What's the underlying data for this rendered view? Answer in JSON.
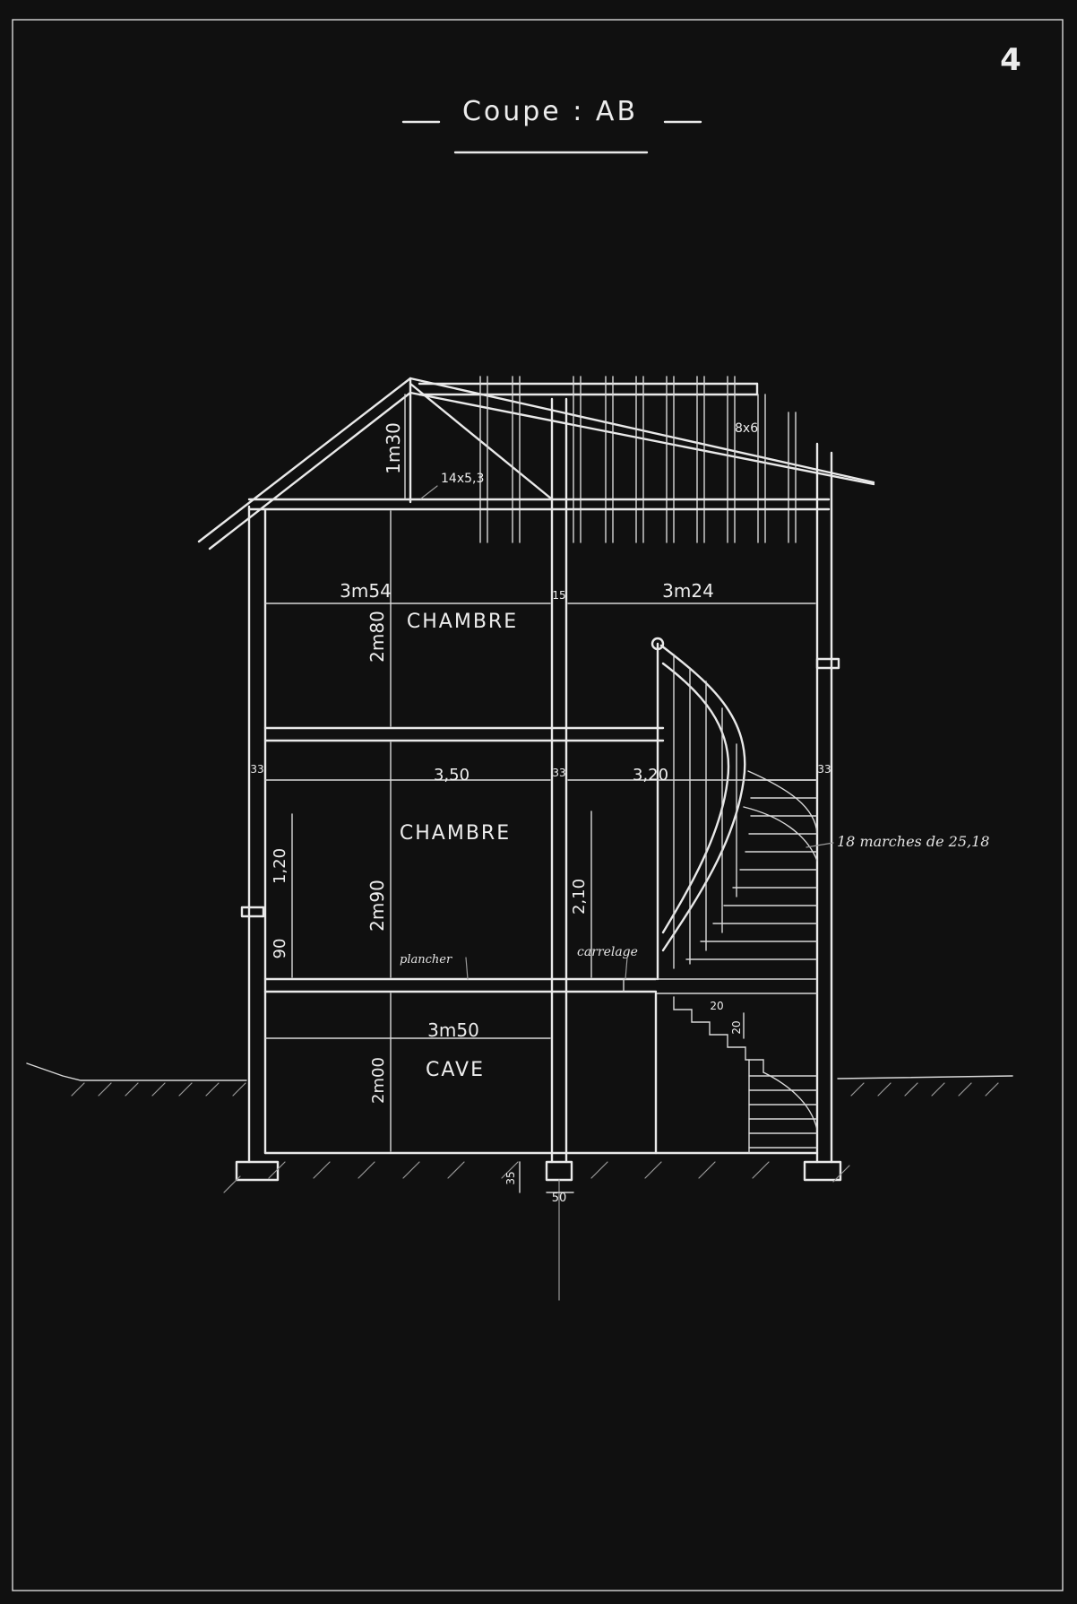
{
  "sheet": {
    "number": "4",
    "title": "Coupe : AB"
  },
  "rooms": {
    "upper": "CHAMBRE",
    "middle": "CHAMBRE",
    "cellar": "CAVE"
  },
  "dimensions": {
    "roof_height": "1m30",
    "roof_member": "14x5,3",
    "rafter_size": "8x6",
    "upper_left_width": "3m54",
    "upper_wall": "15",
    "upper_right_width": "3m24",
    "upper_height": "2m80",
    "left_wall": "33",
    "mid_left_width": "3,50",
    "mid_wall": "33",
    "mid_right_width": "3,20",
    "right_wall": "33",
    "window_height": "1,20",
    "sill_height": "90",
    "mid_height": "2m90",
    "door_height": "2,10",
    "cellar_width": "3m50",
    "cellar_height": "2m00",
    "footing_depth": "35",
    "footing_width": "50",
    "step_a": "20",
    "step_b": "20"
  },
  "annotations": {
    "stairs": "18 marches de 25,18",
    "floor_wood": "plancher",
    "floor_tile": "carrelage"
  }
}
